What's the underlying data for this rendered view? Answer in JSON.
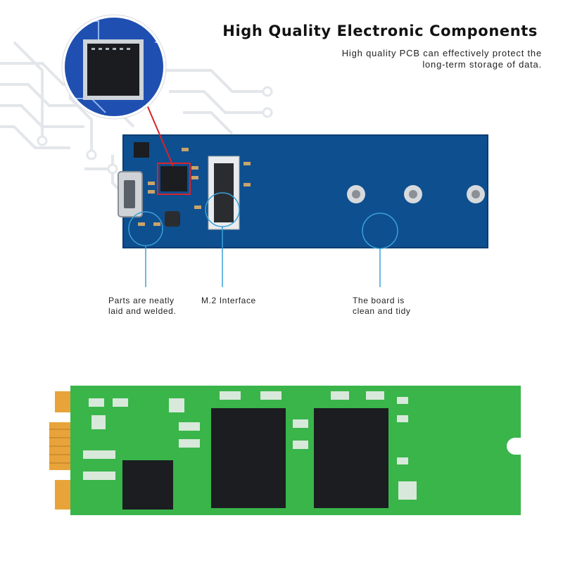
{
  "header": {
    "title": "High Quality Electronic Components",
    "description_line1": "High quality PCB can effectively protect the",
    "description_line2": "long-term storage of data."
  },
  "callouts": [
    {
      "line1": "Parts are neatly",
      "line2": "laid and welded."
    },
    {
      "line1": "M.2 Interface",
      "line2": ""
    },
    {
      "line1": "The board is",
      "line2": "clean and tidy"
    }
  ],
  "colors": {
    "blue_pcb": "#0e4f8f",
    "green_pcb": "#39b54a",
    "callout_line": "#3aa0d8",
    "pointer_line": "#d9232a",
    "gold_contact": "#e8a43a"
  }
}
